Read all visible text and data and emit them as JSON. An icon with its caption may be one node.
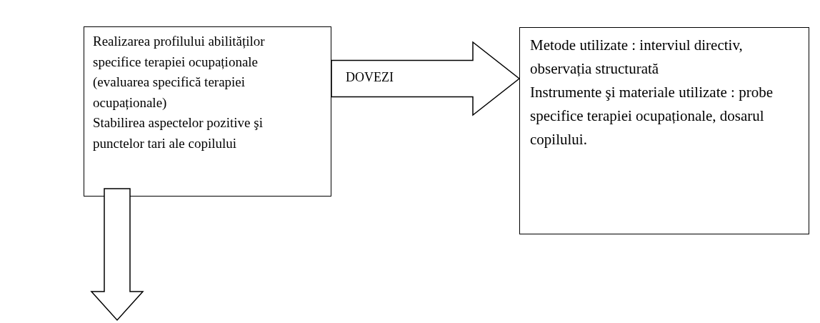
{
  "diagram": {
    "nodes": [
      {
        "text": [
          "Realizarea profilului abilităților specifice terapiei ocupaționale (evaluarea specifică terapiei ocupaționale)",
          "Stabilirea aspectelor pozitive şi punctelor tari ale copilului"
        ]
      },
      {
        "text": [
          "Metode utilizate : interviul directiv, observația structurată",
          "Instrumente şi materiale utilizate : probe specifice terapiei ocupaționale, dosarul copilului."
        ]
      }
    ],
    "edges": [
      {
        "from": 0,
        "to": 1,
        "arrow": "to",
        "label": "DOVEZI"
      },
      {
        "from": 0,
        "to": null,
        "arrow": "to"
      }
    ]
  }
}
